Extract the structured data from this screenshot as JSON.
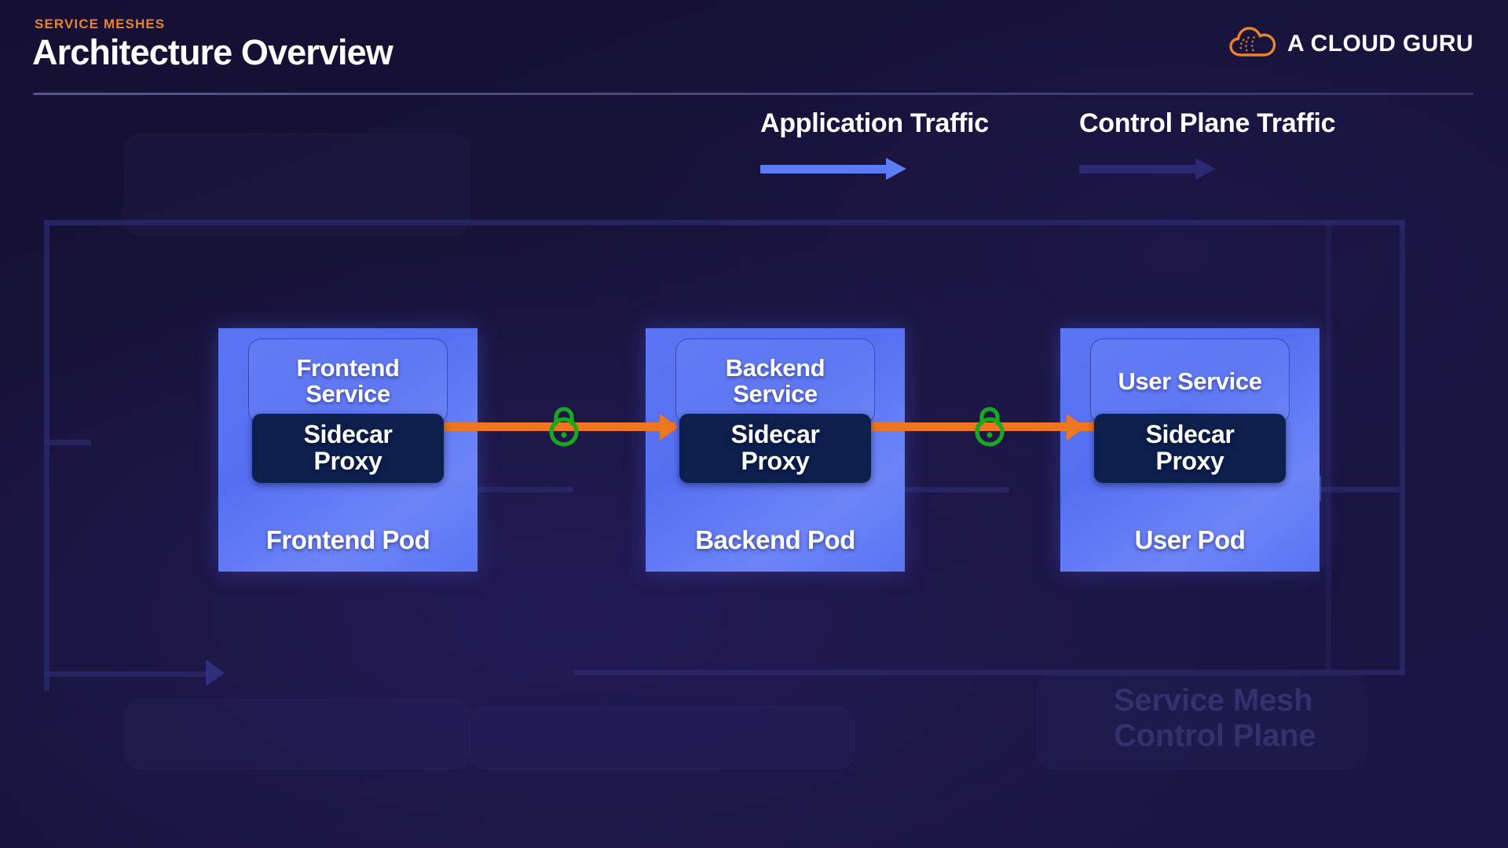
{
  "header": {
    "kicker": "SERVICE MESHES",
    "title": "Architecture Overview",
    "brand_name": "A CLOUD GURU",
    "brand_icon": "cloud-icon",
    "accent_orange": "#e8822c",
    "background": "#171339"
  },
  "legend": [
    {
      "label": "Application Traffic",
      "arrow_color": "#5c7cf5",
      "icon": "arrow-right-icon"
    },
    {
      "label": "Control Plane Traffic",
      "arrow_color": "#2a2a72",
      "icon": "arrow-right-icon"
    }
  ],
  "pods": [
    {
      "service_label": "Frontend\nService",
      "sidecar_label": "Sidecar\nProxy",
      "pod_label": "Frontend Pod",
      "pod_color": "#5570f0",
      "sidecar_color": "#0c1f4d"
    },
    {
      "service_label": "Backend\nService",
      "sidecar_label": "Sidecar\nProxy",
      "pod_label": "Backend Pod",
      "pod_color": "#5570f0",
      "sidecar_color": "#0c1f4d"
    },
    {
      "service_label": "User Service",
      "sidecar_label": "Sidecar\nProxy",
      "pod_label": "User Pod",
      "pod_color": "#5570f0",
      "sidecar_color": "#0c1f4d"
    }
  ],
  "connections": {
    "app_traffic_color": "#ef7620",
    "lock_icon_color": "#17a81f",
    "lock_icon_name": "padlock-icon",
    "locks": 2
  },
  "background": {
    "control_plane_ghost_label": "Service Mesh\nControl Plane",
    "control_plane_line_color": "#2b2a6d"
  }
}
